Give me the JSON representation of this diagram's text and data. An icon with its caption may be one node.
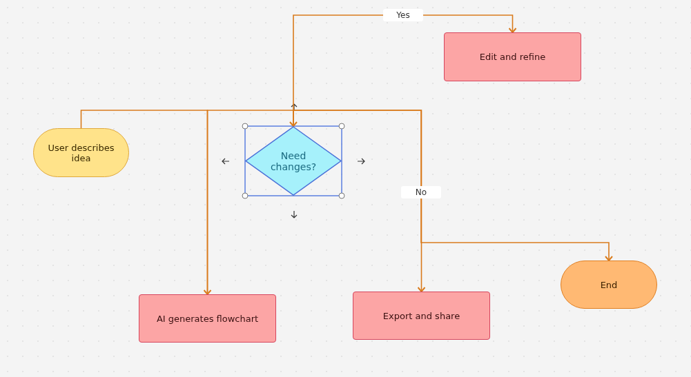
{
  "diagram": {
    "nodes": [
      {
        "text": [
          "User describes idea"
        ]
      },
      {
        "text": [
          "AI generates flowchart"
        ]
      },
      {
        "text": [
          "Need changes?"
        ]
      },
      {
        "text": [
          "Edit and refine"
        ]
      },
      {
        "text": [
          "Export and share"
        ]
      },
      {
        "text": [
          "End"
        ]
      }
    ],
    "edges": [
      {
        "from": 0,
        "to": 1,
        "arrow": "to"
      },
      {
        "from": 1,
        "to": 2,
        "arrow": "to"
      },
      {
        "from": 2,
        "to": 3,
        "arrow": "to",
        "label": "Yes"
      },
      {
        "from": 2,
        "to": 4,
        "arrow": "to",
        "label": "No"
      },
      {
        "from": 2,
        "to": 5,
        "arrow": "to"
      }
    ]
  }
}
